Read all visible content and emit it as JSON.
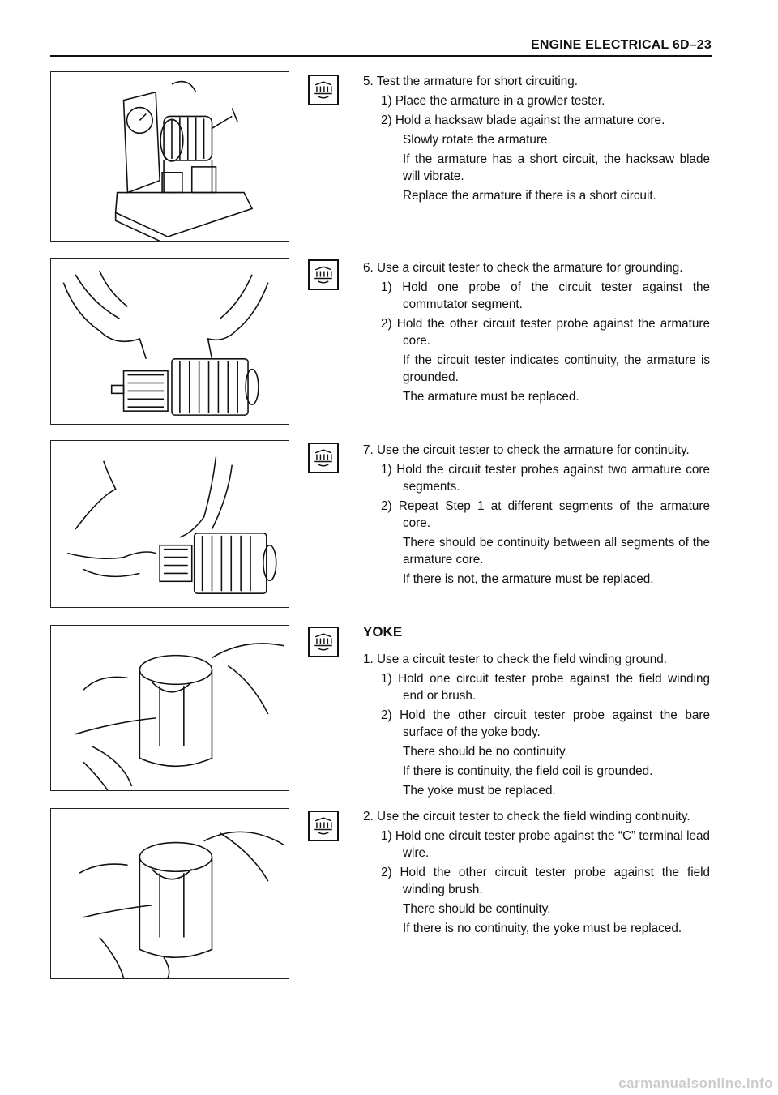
{
  "header": {
    "title": "ENGINE ELECTRICAL 6D–23"
  },
  "figures": [
    {
      "icon": "growler-tester-illustration"
    },
    {
      "icon": "armature-grounding-test-illustration"
    },
    {
      "icon": "armature-continuity-test-illustration"
    },
    {
      "icon": "yoke-ground-test-illustration"
    },
    {
      "icon": "yoke-continuity-test-illustration"
    }
  ],
  "badge_icon": "inspect-book-icon",
  "sections": [
    {
      "step": "5. Test the armature for short circuiting.",
      "subs": [
        "1) Place the armature in a growler tester.",
        "2) Hold a hacksaw blade against the armature core."
      ],
      "notes": [
        "Slowly rotate the armature.",
        "If the armature has a short circuit, the hacksaw blade will vibrate.",
        "Replace the armature if there is a short circuit."
      ]
    },
    {
      "step": "6. Use a circuit tester to check the armature for grounding.",
      "subs": [
        "1) Hold one probe of the circuit tester against the commutator segment.",
        "2) Hold the other circuit tester probe against the armature core."
      ],
      "notes": [
        "If the circuit tester indicates continuity, the armature is grounded.",
        "The armature must be replaced."
      ]
    },
    {
      "step": "7. Use the circuit tester to check the armature for continuity.",
      "subs": [
        "1) Hold the circuit tester probes against two armature core segments.",
        "2) Repeat Step 1 at different segments of the armature core."
      ],
      "notes": [
        "There should be continuity between all segments of the armature core.",
        "If there is not, the armature must be replaced."
      ]
    },
    {
      "title": "YOKE",
      "step": "1. Use a circuit tester to check the field winding ground.",
      "subs": [
        "1) Hold one circuit tester probe against the field winding end or brush.",
        "2) Hold the other circuit tester probe against the bare surface of the yoke body."
      ],
      "notes": [
        "There should be no continuity.",
        "If there is continuity, the field coil is grounded.",
        "The yoke must be replaced."
      ]
    },
    {
      "step": "2. Use the circuit tester to check the field winding continuity.",
      "subs": [
        "1) Hold one circuit tester probe against the “C” terminal lead wire.",
        "2) Hold the other circuit tester probe against the field winding brush."
      ],
      "notes": [
        "There should be continuity.",
        "If there is no continuity, the yoke must be replaced."
      ]
    }
  ],
  "footer": {
    "watermark": "carmanualsonline.info"
  }
}
